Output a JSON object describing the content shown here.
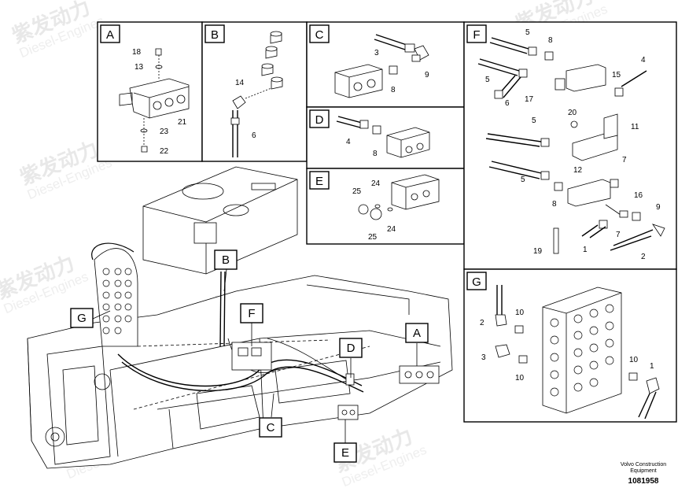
{
  "watermark": {
    "cn": "紫发动力",
    "en": "Diesel-Engines"
  },
  "panels": [
    {
      "id": "A",
      "label": "A",
      "parts": [
        "18",
        "13",
        "21",
        "23",
        "22"
      ]
    },
    {
      "id": "B",
      "label": "B",
      "parts": [
        "14",
        "6"
      ]
    },
    {
      "id": "C",
      "label": "C",
      "parts": [
        "3",
        "9",
        "8"
      ]
    },
    {
      "id": "D",
      "label": "D",
      "parts": [
        "4",
        "8"
      ]
    },
    {
      "id": "E",
      "label": "E",
      "parts": [
        "24",
        "25",
        "24",
        "25"
      ]
    },
    {
      "id": "F",
      "label": "F",
      "parts": [
        "5",
        "8",
        "4",
        "5",
        "17",
        "6",
        "15",
        "20",
        "11",
        "5",
        "7",
        "12",
        "5",
        "8",
        "16",
        "9",
        "7",
        "19",
        "1",
        "2"
      ]
    },
    {
      "id": "G",
      "label": "G",
      "parts": [
        "10",
        "2",
        "3",
        "10",
        "10",
        "1"
      ]
    }
  ],
  "callouts": [
    "A",
    "B",
    "C",
    "D",
    "E",
    "F",
    "G"
  ],
  "footer": {
    "brand_line1": "Volvo Construction",
    "brand_line2": "Equipment",
    "doc_id": "1081958"
  }
}
